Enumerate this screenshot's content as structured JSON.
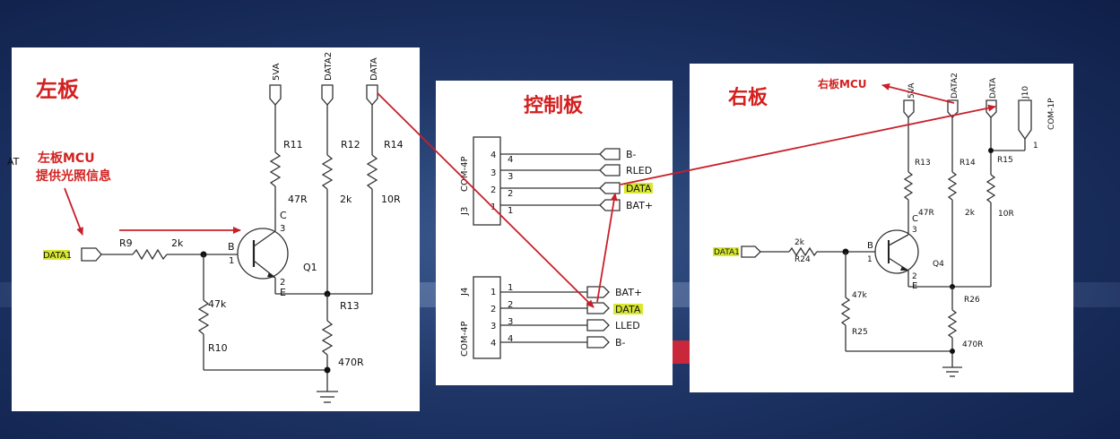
{
  "background": {
    "accent": "#c8202a",
    "highlight": "#d8e832"
  },
  "stray_label": "AT",
  "left_board": {
    "title": "左板",
    "note_line1": "左板MCU",
    "note_line2": "提供光照信息",
    "power_labels": [
      "5VA",
      "DATA2",
      "DATA"
    ],
    "input_label": "DATA1",
    "r9": "R9",
    "r9_value": "2k",
    "r10": "R10",
    "r10_value": "47k",
    "r11": "R11",
    "r11_value": "47R",
    "r12": "R12",
    "r12_value": "2k",
    "r13": "R13",
    "r13_value": "470R",
    "r14": "R14",
    "r14_value": "10R",
    "transistor": "Q1",
    "pin_b": "B",
    "pin_c": "C",
    "pin_e": "E",
    "pin_1": "1",
    "pin_2": "2",
    "pin_3": "3"
  },
  "control_board": {
    "title": "控制板",
    "j3": {
      "ref": "J3",
      "type": "COM-4P",
      "pins": [
        "4",
        "3",
        "2",
        "1"
      ],
      "nets": [
        "B-",
        "RLED",
        "DATA",
        "BAT+"
      ]
    },
    "j4": {
      "ref": "J4",
      "type": "COM-4P",
      "pins": [
        "1",
        "2",
        "3",
        "4"
      ],
      "nets": [
        "BAT+",
        "DATA",
        "LLED",
        "B-"
      ]
    }
  },
  "right_board": {
    "title": "右板",
    "mcu_label": "右板MCU",
    "power_labels": [
      "5VA",
      "DATA2",
      "DATA"
    ],
    "j10": "J10",
    "j10_type": "COM-1P",
    "j10_pin": "1",
    "input_label": "DATA1",
    "r24": "R24",
    "r24_value": "2k",
    "r25": "R25",
    "r25_value": "47k",
    "r13": "R13",
    "r13_value": "47R",
    "r14": "R14",
    "r14_value": "2k",
    "r15": "R15",
    "r15_value": "10R",
    "r26": "R26",
    "r26_value": "470R",
    "transistor": "Q4",
    "pin_b": "B",
    "pin_c": "C",
    "pin_e": "E",
    "pin_1": "1",
    "pin_2": "2",
    "pin_3": "3"
  }
}
